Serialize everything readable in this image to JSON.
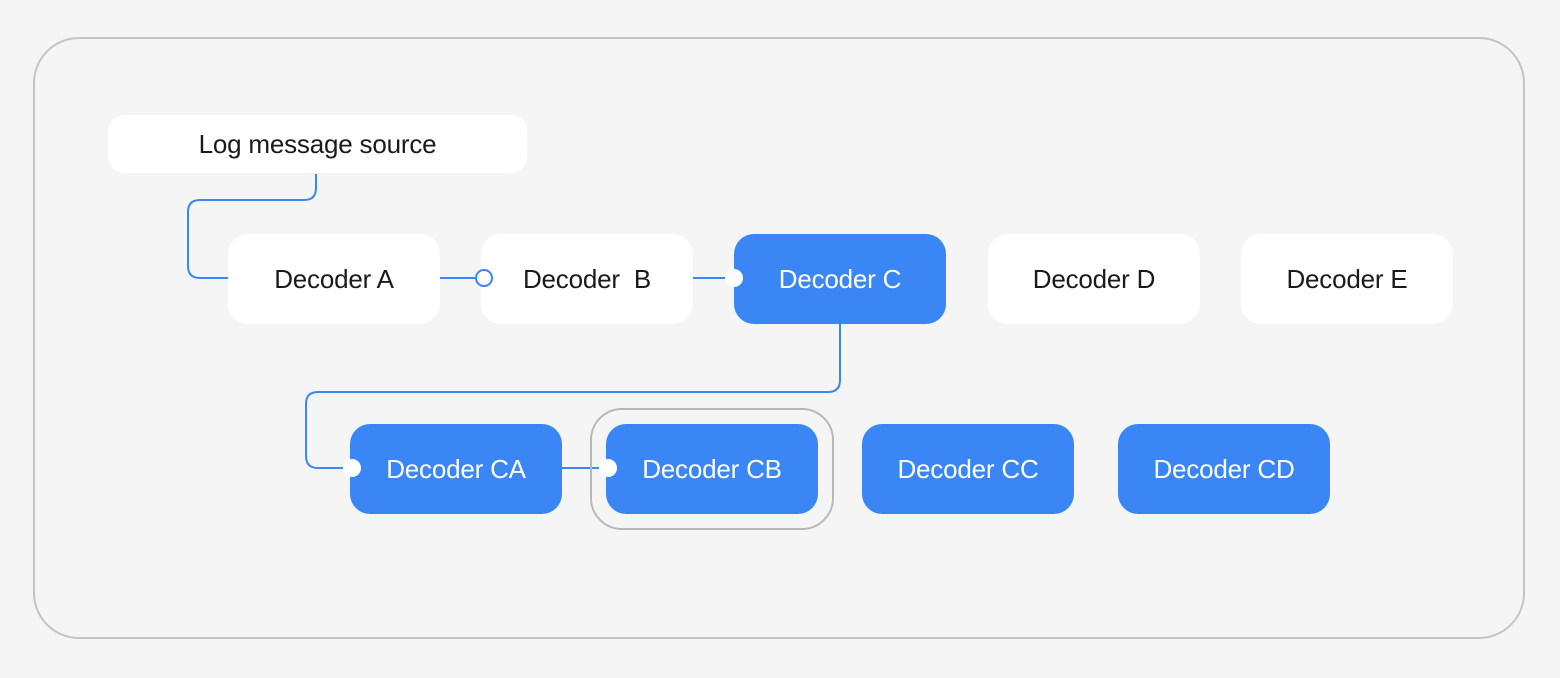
{
  "source": {
    "label": "Log message source"
  },
  "decoders_top": [
    {
      "label": "Decoder A",
      "active": false
    },
    {
      "label": "Decoder  B",
      "active": false
    },
    {
      "label": "Decoder C",
      "active": true
    },
    {
      "label": "Decoder D",
      "active": false
    },
    {
      "label": "Decoder E",
      "active": false
    }
  ],
  "decoders_bottom": [
    {
      "label": "Decoder CA",
      "active": true
    },
    {
      "label": "Decoder CB",
      "active": true,
      "selected": true
    },
    {
      "label": "Decoder CC",
      "active": true
    },
    {
      "label": "Decoder CD",
      "active": true
    }
  ],
  "colors": {
    "background": "#f5f5f5",
    "node_white": "#ffffff",
    "node_active": "#3a86f5",
    "wire": "#3a86f5",
    "frame_border": "#c4c4c4"
  }
}
